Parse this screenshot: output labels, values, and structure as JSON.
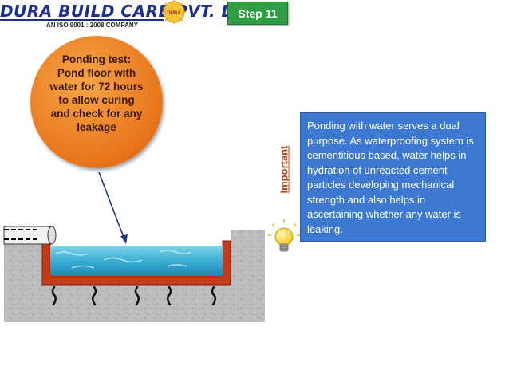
{
  "header": {
    "company_name": "DURA BUILD CARE PVT. LTD.",
    "certification": "AN ISO 9001 : 2008 COMPANY",
    "emblem_text": "DURA"
  },
  "step_badge": {
    "label": "Step 11",
    "color": "#2ea043"
  },
  "callout": {
    "text": "Ponding test: Pond floor with water for 72 hours to allow curing and check for any leakage",
    "color": "#e8741a"
  },
  "side_label": {
    "text": "Important",
    "color": "#b8451c"
  },
  "info_box": {
    "text": "Ponding with water serves a dual purpose. As waterproofing system is cementitious based, water helps in hydration of unreacted cement particles developing mechanical strength and also helps in ascertaining whether any water is leaking.",
    "color": "#3d78d1"
  },
  "icons": {
    "idea": "lightbulb-icon",
    "emblem": "sun-emblem-icon"
  }
}
